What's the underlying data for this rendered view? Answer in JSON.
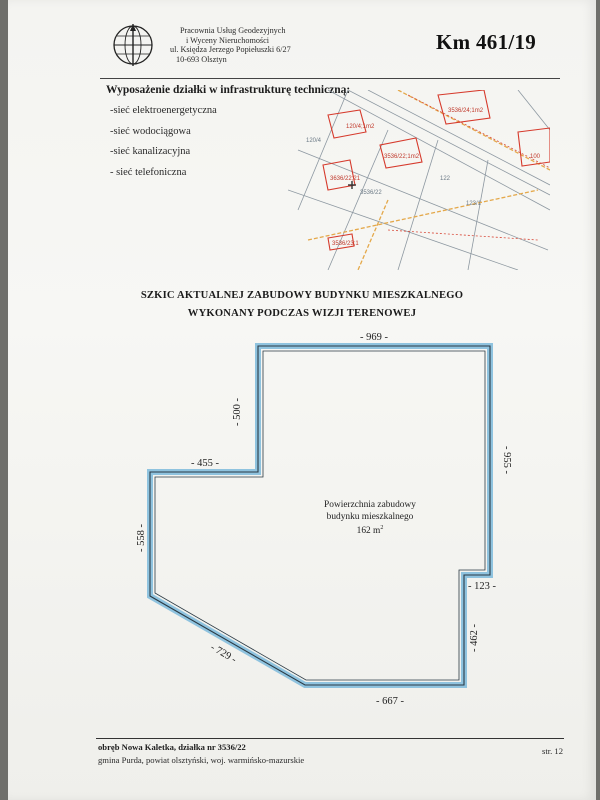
{
  "header": {
    "company_lines": [
      "Pracownia Usług Geodezyjnych",
      "i Wyceny Nieruchomości",
      "ul. Księdza Jerzego Popiełuszki 6/27",
      "10-693 Olsztyn"
    ],
    "document_number": "Km 461/19"
  },
  "infrastructure": {
    "title": "Wyposażenie działki w infrastrukturę techniczną:",
    "items": [
      "-sieć elektroenergetyczna",
      "-sieć wodociągowa",
      "-sieć kanalizacyjna",
      "- sieć telefoniczna"
    ]
  },
  "map_labels": {
    "b1": "120/4;1m2",
    "b2": "3536/24;1m2",
    "b3": "3536/22;1m2",
    "b4": "3636/22;21",
    "b5": "3536/23;1",
    "b6": "100",
    "p1": "120/4",
    "p2": "3536/22",
    "p3": "122",
    "p4": "123/1"
  },
  "sketch": {
    "title_line1": "SZKIC AKTUALNEJ ZABUDOWY BUDYNKU MIESZKALNEGO",
    "title_line2": "WYKONANY PODCZAS WIZJI TERENOWEJ",
    "dimensions": {
      "top": "- 969 -",
      "left_upper": "- 500 -",
      "step": "- 455 -",
      "left": "- 558 -",
      "right": "- 955 -",
      "notch": "- 123 -",
      "right_lower": "- 462 -",
      "diagonal": "- 729 -",
      "bottom": "- 667 -"
    },
    "area_line1": "Powierzchnia zabudowy",
    "area_line2": "budynku mieszkalnego",
    "area_value": "162 m",
    "area_unit_sup": "2"
  },
  "footer": {
    "location_line1": "obręb Nowa Kaletka, działka nr 3536/22",
    "location_line2": "gmina Purda, powiat olsztyński, woj. warmińsko-mazurskie",
    "page": "str. 12"
  },
  "colors": {
    "outline_blue": "#8fc3df",
    "outline_dark": "#2b3a44",
    "map_red": "#d63a2c",
    "map_orange": "#e8b24a",
    "map_grey": "#7f8a93"
  }
}
